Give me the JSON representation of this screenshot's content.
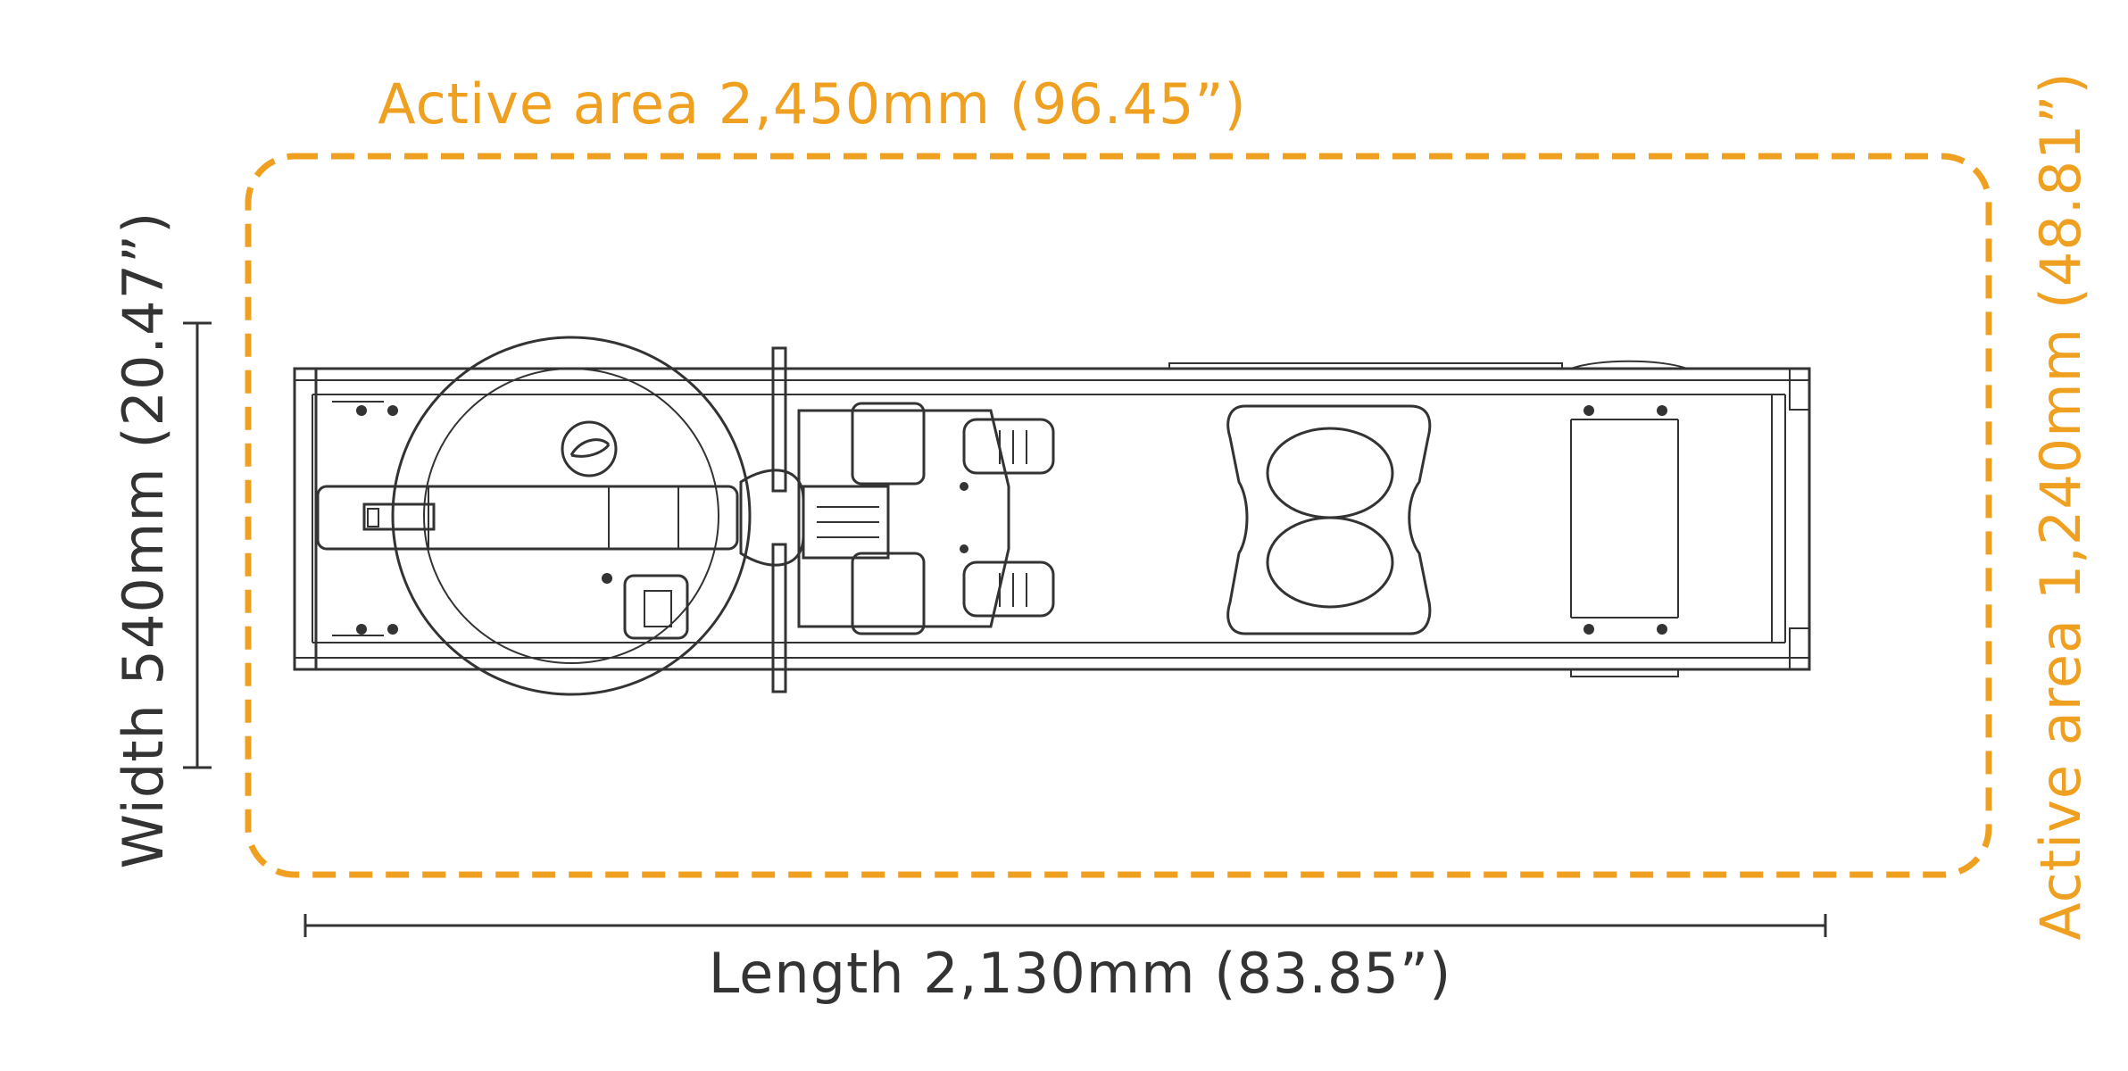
{
  "diagram": {
    "active_area_length_label": "Active area 2,450mm (96.45”)",
    "active_area_width_label": "Active area 1,240mm (48.81”)",
    "width_label": "Width 540mm (20.47”)",
    "length_label": "Length 2,130mm (83.85”)",
    "colors": {
      "active_area": "#f0a020",
      "machine_outline": "#333333",
      "background": "#ffffff"
    }
  }
}
